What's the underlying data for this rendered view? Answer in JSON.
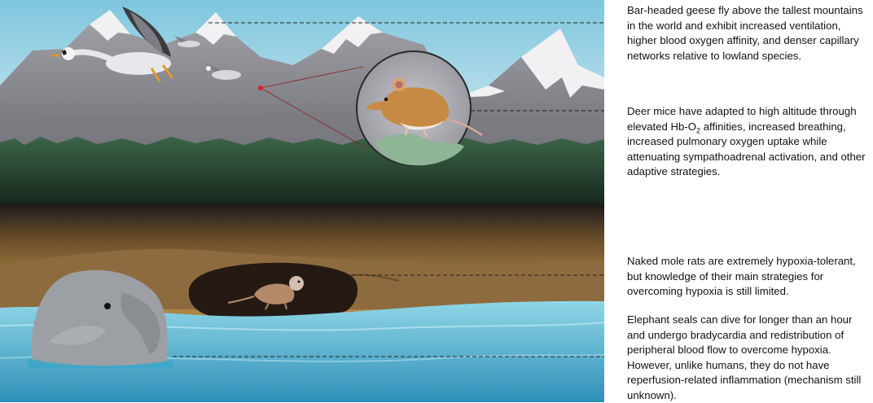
{
  "captions": {
    "geese": "Bar-headed geese fly above the tallest mountains in the world and exhibit increased ventilation, higher blood oxygen affinity, and denser capillary networks relative to lowland species.",
    "mice_before": "Deer mice have adapted to high altitude through elevated Hb-O",
    "mice_sub": "2",
    "mice_after": " affinities, increased breathing, increased pulmonary oxygen uptake while attenuating sympathoadrenal activation, and other adaptive strategies.",
    "molerat": "Naked mole rats are extremely hypoxia-tolerant, but knowledge of their main strategies for overcoming hypoxia is still limited.",
    "seal": "Elephant seals can dive for longer than an hour and undergo bradycardia and redistribution of peripheral blood flow to overcome hypoxia. However, unlike humans, they do not have reperfusion-related inflammation (mechanism still unknown)."
  },
  "illustration": {
    "sky_color": "#9fd3e6",
    "mountain_color": "#8e8e94",
    "snow_color": "#f4f4f6",
    "forest_color": "#2b4a35",
    "soil_color": "#8a6a3e",
    "burrow_color": "#2a2018",
    "water_color": "#4fb4d2",
    "leader_line_color": "#222222",
    "pointer_dot_color": "#e02020",
    "animals": [
      "bar-headed-goose",
      "deer-mouse",
      "naked-mole-rat",
      "elephant-seal"
    ]
  }
}
